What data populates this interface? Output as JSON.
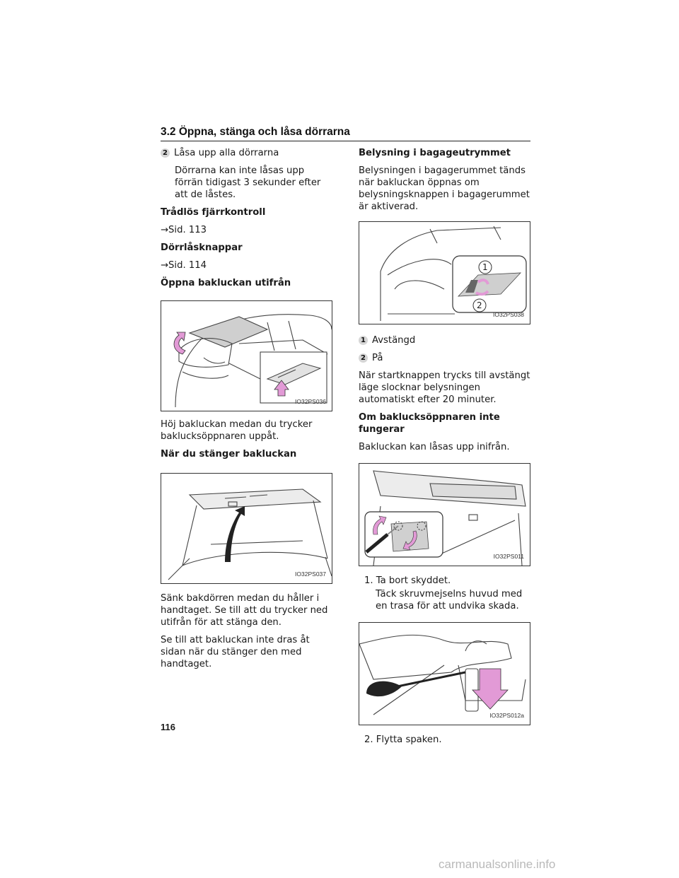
{
  "header": {
    "title": "3.2 Öppna, stänga och låsa dörrarna"
  },
  "left": {
    "item2_num": "2",
    "item2_label": "Låsa upp alla dörrarna",
    "item2_text": "Dörrarna kan inte låsas upp förrän tidigast 3 sekunder efter att de låstes.",
    "remote_heading": "Trådlös fjärrkontroll",
    "remote_ref": "→Sid. 113",
    "lock_heading": "Dörrlåsknappar",
    "lock_ref": "→Sid. 114",
    "open_heading": "Öppna bakluckan utifrån",
    "fig1_label": "IO32PS036",
    "open_text": "Höj bakluckan medan du trycker baklucksöppnaren uppåt.",
    "close_heading": "När du stänger bakluckan",
    "fig2_label": "IO32PS037",
    "close_text1": "Sänk bakdörren medan du håller i handtaget. Se till att du trycker ned utifrån för att stänga den.",
    "close_text2": "Se till att bakluckan inte dras åt sidan när du stänger den med handtaget."
  },
  "right": {
    "light_heading": "Belysning i bagageutrymmet",
    "light_text": "Belysningen i bagagerummet tänds när bakluckan öppnas om belysningsknappen i bagagerummet är aktiverad.",
    "fig3_label": "IO32PS038",
    "fig3_callout1": "1",
    "fig3_callout2": "2",
    "opt1_num": "1",
    "opt1_label": "Avstängd",
    "opt2_num": "2",
    "opt2_label": "På",
    "auto_text": "När startknappen trycks till avstängt läge slocknar belysningen automatiskt efter 20 minuter.",
    "fail_heading": "Om baklucksöppnaren inte fungerar",
    "fail_text": "Bakluckan kan låsas upp inifrån.",
    "fig4_label": "IO32PS011",
    "step1": "1. Ta bort skyddet.",
    "step1_sub": "Täck skruvmejselns huvud med en trasa för att undvika skada.",
    "fig5_label": "IO32PS012a",
    "step2": "2. Flytta spaken."
  },
  "page_number": "116",
  "watermark": "carmanualsonline.info"
}
